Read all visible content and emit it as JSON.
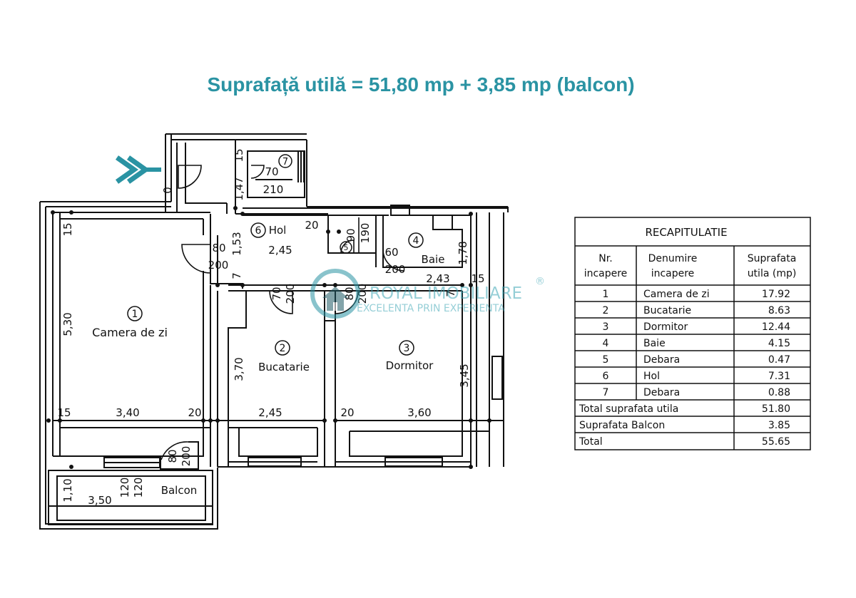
{
  "headline": "Suprafață utilă = 51,80 mp + 3,85 mp (balcon)",
  "colors": {
    "accent": "#2a93a3",
    "ink": "#111111"
  },
  "entrance_arrow": "double-chevron-right-icon",
  "floorplan": {
    "rooms": [
      {
        "num": "1",
        "name": "Camera de zi"
      },
      {
        "num": "2",
        "name": "Bucatarie"
      },
      {
        "num": "3",
        "name": "Dormitor"
      },
      {
        "num": "4",
        "name": "Baie"
      },
      {
        "num": "5",
        "name": ""
      },
      {
        "num": "6",
        "name": "Hol"
      },
      {
        "num": "7",
        "name": ""
      }
    ],
    "balcony_label": "Balcon",
    "dimensions": {
      "d15_top_v": "15",
      "d70_closet": "70",
      "d210_closet": "210",
      "d147": "1,47",
      "d0_entry": "0",
      "d15_left": "15",
      "d20_hol": "20",
      "d153": "1,53",
      "d80_hol": "80",
      "d200_hol": "200",
      "d245_hol": "2,45",
      "d7_hol": "7",
      "d90": "90",
      "d190": "190",
      "d60": "60",
      "d200_baie": "200",
      "d178": "1,78",
      "d243": "2,43",
      "d15_right": "15",
      "d530": "5,30",
      "d70_buc": "70",
      "d200_buc": "200",
      "d80_dorm": "80",
      "d200_dorm": "200",
      "d7_dorm": "7",
      "d370": "3,70",
      "d345": "3,45",
      "d15_bottom": "15",
      "d340": "3,40",
      "d20_a": "20",
      "d245_buc": "2,45",
      "d20_b": "20",
      "d360": "3,60",
      "d80_bal": "80",
      "d200_bal": "200",
      "d110": "1,10",
      "d120_a": "120",
      "d120_b": "120",
      "d350": "3,50"
    }
  },
  "watermark": {
    "brand": "ROYAL IMOBILIARE",
    "registered": "®",
    "slogan": "EXCELENTA PRIN EXPERIENTA"
  },
  "recap": {
    "title": "RECAPITULATIE",
    "headers": {
      "nr": [
        "Nr.",
        "incapere"
      ],
      "name": [
        "Denumire",
        "incapere"
      ],
      "area": [
        "Suprafata",
        "utila (mp)"
      ]
    },
    "rows": [
      {
        "nr": "1",
        "name": "Camera de zi",
        "area": "17.92"
      },
      {
        "nr": "2",
        "name": "Bucatarie",
        "area": "8.63"
      },
      {
        "nr": "3",
        "name": "Dormitor",
        "area": "12.44"
      },
      {
        "nr": "4",
        "name": "Baie",
        "area": "4.15"
      },
      {
        "nr": "5",
        "name": "Debara",
        "area": "0.47"
      },
      {
        "nr": "6",
        "name": "Hol",
        "area": "7.31"
      },
      {
        "nr": "7",
        "name": "Debara",
        "area": "0.88"
      }
    ],
    "totals": [
      {
        "label": "Total suprafata utila",
        "value": "51.80"
      },
      {
        "label": "Suprafata Balcon",
        "value": "3.85"
      },
      {
        "label": "Total",
        "value": "55.65"
      }
    ]
  }
}
